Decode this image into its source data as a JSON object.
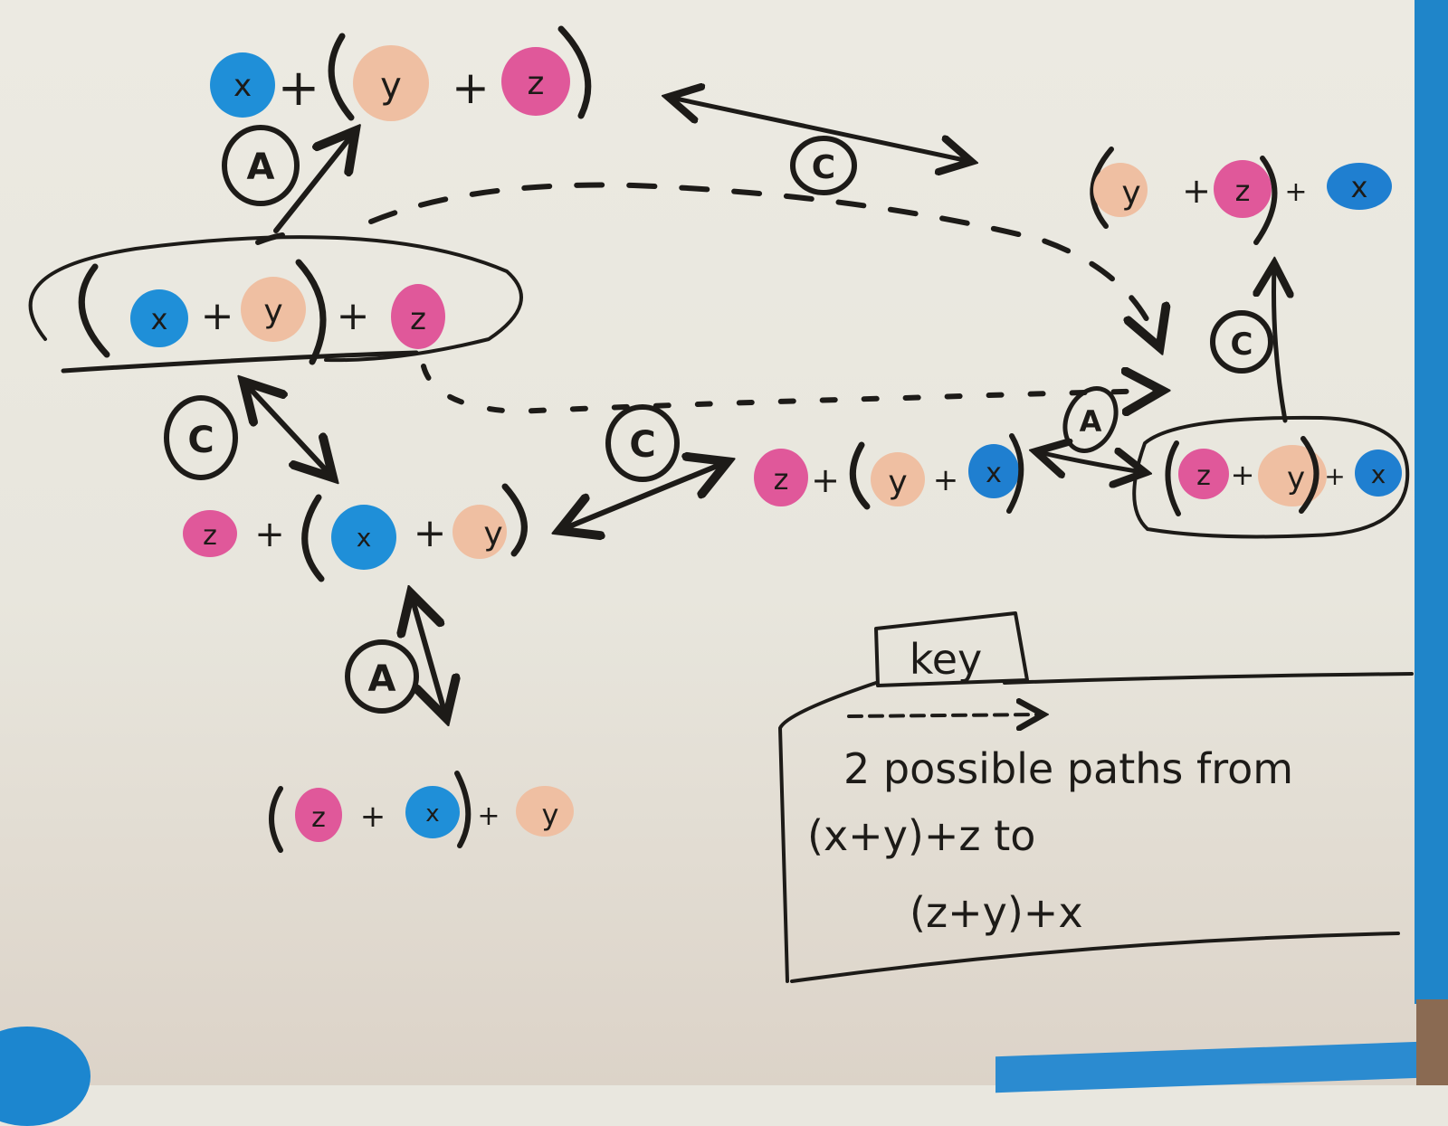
{
  "diagram": {
    "description": "Whiteboard diagram of associativity (A) and commutativity (C) rewrites for addition of x, y, z",
    "colors": {
      "x": "#1f8fd8",
      "y": "#efbfa2",
      "z": "#e0589a",
      "ink": "#1d1b18",
      "board": "#eae8e0",
      "frame": "#1f85c9"
    },
    "variables": {
      "x": "x",
      "y": "y",
      "z": "z"
    },
    "operator": "+",
    "nodes": [
      {
        "id": "n1",
        "expr": "x + (y + z)",
        "terms": [
          "x",
          "y",
          "z"
        ],
        "grouping": "right"
      },
      {
        "id": "n2",
        "expr": "(x + y) + z",
        "terms": [
          "x",
          "y",
          "z"
        ],
        "grouping": "left",
        "highlighted": true,
        "role": "start"
      },
      {
        "id": "n3",
        "expr": "(y + z) + x",
        "terms": [
          "y",
          "z",
          "x"
        ],
        "grouping": "left"
      },
      {
        "id": "n4",
        "expr": "z + (x + y)",
        "terms": [
          "z",
          "x",
          "y"
        ],
        "grouping": "right"
      },
      {
        "id": "n5",
        "expr": "z + (y + x)",
        "terms": [
          "z",
          "y",
          "x"
        ],
        "grouping": "right"
      },
      {
        "id": "n6",
        "expr": "(z + y) + x",
        "terms": [
          "z",
          "y",
          "x"
        ],
        "grouping": "left",
        "highlighted": true,
        "role": "goal"
      },
      {
        "id": "n7",
        "expr": "(z + x) + y",
        "terms": [
          "z",
          "x",
          "y"
        ],
        "grouping": "left"
      }
    ],
    "edges": [
      {
        "from": "n2",
        "to": "n1",
        "label": "A",
        "style": "solid"
      },
      {
        "from": "n1",
        "to": "n3",
        "label": "C",
        "style": "solid",
        "bidirectional": true
      },
      {
        "from": "n3",
        "to": "n6",
        "label": "C",
        "style": "solid"
      },
      {
        "from": "n2",
        "to": "n4",
        "label": "C",
        "style": "solid",
        "bidirectional": true
      },
      {
        "from": "n4",
        "to": "n5",
        "label": "C",
        "style": "solid",
        "bidirectional": true
      },
      {
        "from": "n5",
        "to": "n6",
        "label": "A",
        "style": "solid",
        "bidirectional": true
      },
      {
        "from": "n4",
        "to": "n7",
        "label": "A",
        "style": "solid",
        "bidirectional": true
      },
      {
        "from": "n2",
        "to": "n6",
        "label": "",
        "style": "dashed",
        "path": "upper"
      },
      {
        "from": "n2",
        "to": "n6",
        "label": "",
        "style": "dashed",
        "path": "lower"
      }
    ],
    "labels": {
      "A": "A",
      "C": "C"
    },
    "key": {
      "title": "key",
      "legend_symbol": "- - - - - ->",
      "line1": "2 possible paths from",
      "line2": "(x+y)+z  to",
      "line3": "(z+y)+x"
    }
  }
}
